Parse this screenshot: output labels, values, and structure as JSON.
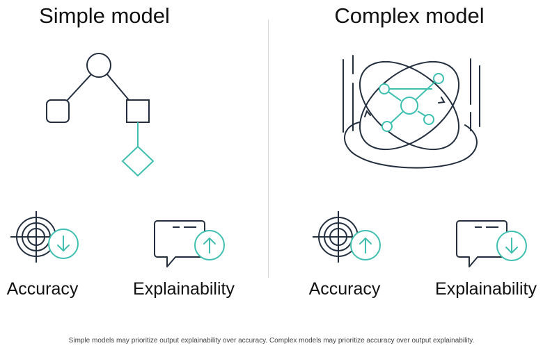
{
  "simple": {
    "title": "Simple model",
    "accuracy_label": "Accuracy",
    "accuracy_direction": "down",
    "explainability_label": "Explainability",
    "explainability_direction": "up",
    "illustration": "decision-tree-icon"
  },
  "complex": {
    "title": "Complex model",
    "accuracy_label": "Accuracy",
    "accuracy_direction": "up",
    "explainability_label": "Explainability",
    "explainability_direction": "down",
    "illustration": "neural-network-orbit-icon"
  },
  "caption": "Simple models may prioritize output explainability over accuracy. Complex models may prioritize accuracy over output explainability.",
  "colors": {
    "outline": "#232f3e",
    "accent": "#3ebfb0",
    "divider": "#d6d6d6",
    "text": "#111111"
  }
}
